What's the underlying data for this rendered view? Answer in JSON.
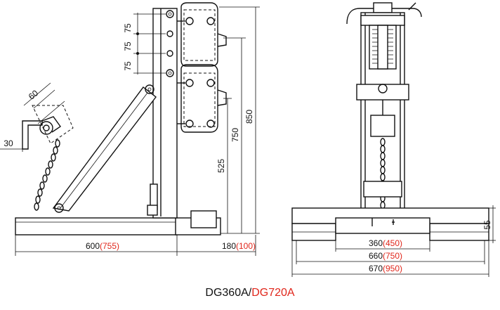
{
  "colors": {
    "line": "#111111",
    "accent": "#e0261b",
    "background": "#ffffff"
  },
  "side_view": {
    "dims": {
      "angle_offset": "60",
      "offset_30": "30",
      "spacing_1": "75",
      "spacing_2": "75",
      "spacing_3": "75",
      "height_525": "525",
      "height_750": "750",
      "height_850": "850",
      "base_length": "600",
      "base_length_alt": "(755)",
      "foot_length": "180",
      "foot_length_alt": "(100)"
    }
  },
  "front_view": {
    "dims": {
      "height_55": "55",
      "inner_width": "360",
      "inner_width_alt": "(450)",
      "middle_width": "660",
      "middle_width_alt": "(750)",
      "overall_width": "670",
      "overall_width_alt": "(950)"
    }
  },
  "caption": {
    "model_a": "DG360A",
    "separator": "/",
    "model_b": "DG720A"
  }
}
